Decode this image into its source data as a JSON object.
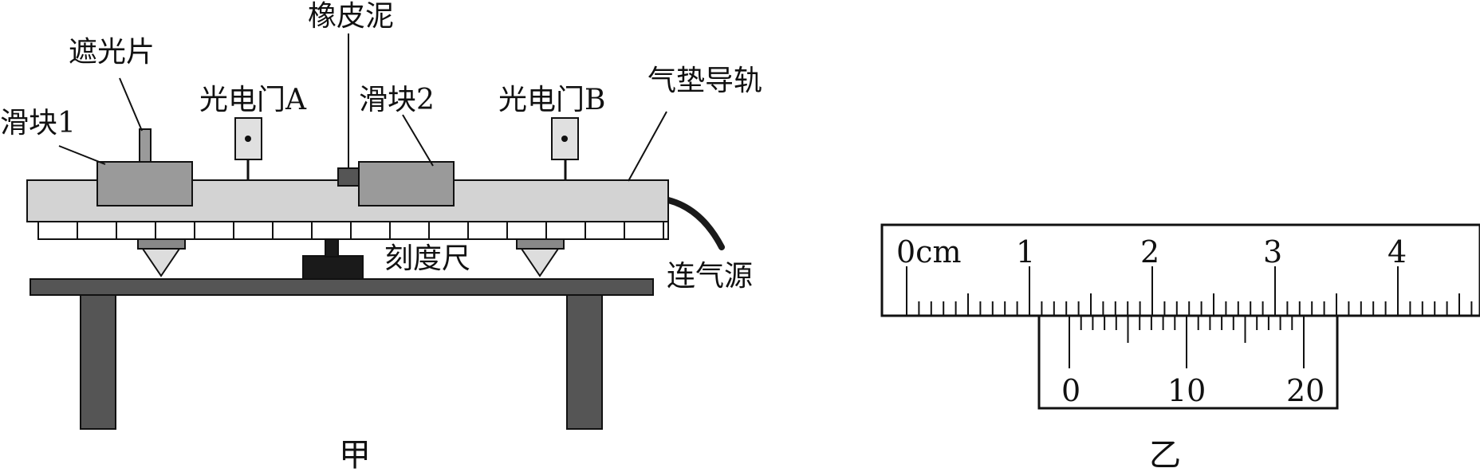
{
  "figure_a": {
    "caption": "甲",
    "labels": {
      "slider1": "滑块1",
      "shading_plate": "遮光片",
      "gate_a": "光电门A",
      "plasticine": "橡皮泥",
      "slider2": "滑块2",
      "gate_b": "光电门B",
      "air_track": "气垫导轨",
      "scale": "刻度尺",
      "air_source": "连气源"
    }
  },
  "figure_b": {
    "caption": "乙",
    "main_scale": {
      "labels": [
        "0cm",
        "1",
        "2",
        "3",
        "4"
      ]
    },
    "vernier_scale": {
      "labels": [
        "0",
        "10",
        "20"
      ]
    }
  },
  "colors": {
    "track": "#d3d3d3",
    "slider": "#9a9a9a",
    "leg": "#555555",
    "dark": "#1a1a1a",
    "gate": "#e0e0e0"
  }
}
